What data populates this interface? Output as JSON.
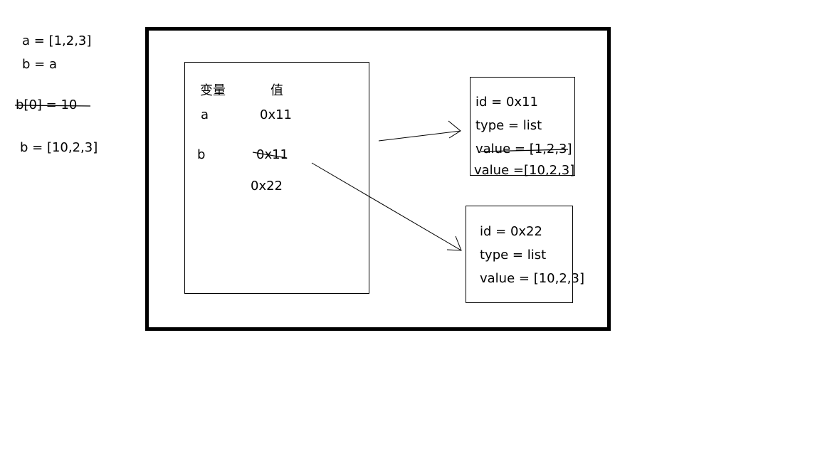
{
  "code": {
    "line1": "a = [1,2,3]",
    "line2": "b = a",
    "line3": "b[0] = 10",
    "line4": "b = [10,2,3]"
  },
  "variable_table": {
    "header_variable": "变量",
    "header_value": "值",
    "rows": [
      {
        "name": "a",
        "value": "0x11"
      },
      {
        "name": "b",
        "value": "0x11",
        "new_value": "0x22"
      }
    ]
  },
  "objects": [
    {
      "id": "id = 0x11",
      "type": "type = list",
      "value_old": "value = [1,2,3]",
      "value_new": "value =[10,2,3]"
    },
    {
      "id": "id = 0x22",
      "type": "type = list",
      "value": "value = [10,2,3]"
    }
  ]
}
